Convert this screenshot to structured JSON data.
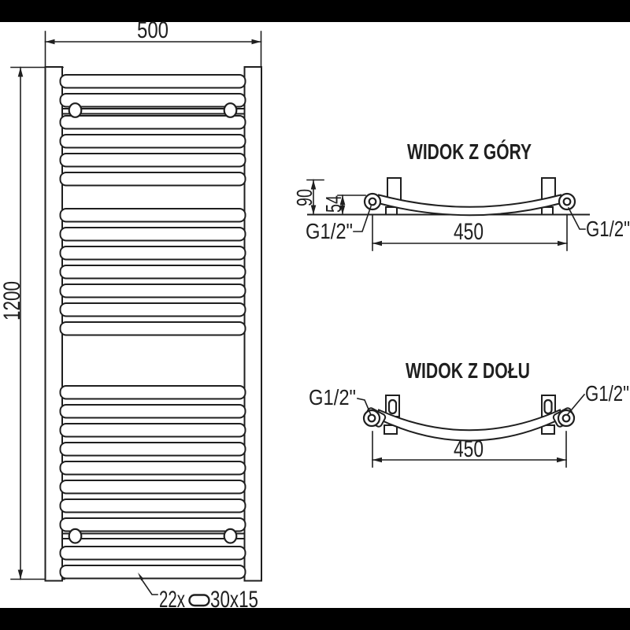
{
  "drawing": {
    "front_view": {
      "width_dim": "500",
      "height_dim": "1200",
      "tube_note": {
        "count_label": "22x",
        "size_label": "30x15",
        "symbol": "oval-tube-profile-icon"
      }
    },
    "view_from_top": {
      "title": "WIDOK Z GÓRY",
      "depth_dim": "90",
      "wall_offset_dim": "54",
      "connection_spacing_dim": "450",
      "connection_left": "G1/2\"",
      "connection_right": "G1/2\""
    },
    "view_from_bottom": {
      "title": "WIDOK Z DOŁU",
      "connection_spacing_dim": "450",
      "connection_left": "G1/2\"",
      "connection_right": "G1/2\""
    }
  },
  "colors": {
    "line": "#1f1f1f",
    "letterbox_bar": "#000000",
    "background": "#ffffff"
  }
}
